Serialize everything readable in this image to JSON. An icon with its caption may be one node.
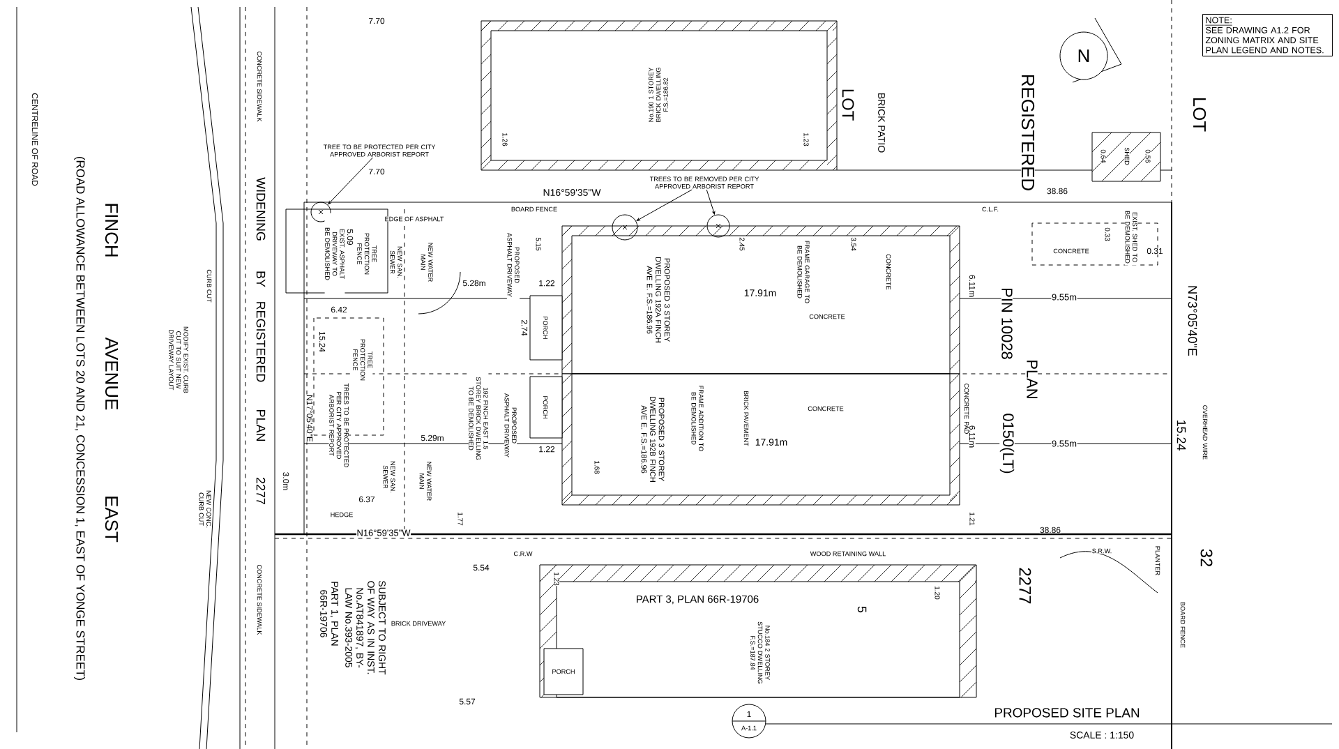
{
  "diagram": {
    "nodes": [
      {
        "text": [
          "No.190 1 STOREY BRICK DWELLING F.S.=186.82"
        ]
      },
      {
        "text": [
          "PROPOSED 3 STOREY DWELLING 192A FINCH AVE E. F.S.=186.96"
        ]
      },
      {
        "text": [
          "PROPOSED 3 STOREY DWELLING 192B FINCH AVE E. F.S.=186.96"
        ]
      },
      {
        "text": [
          "PORCH"
        ]
      },
      {
        "text": [
          "PORCH"
        ]
      },
      {
        "text": [
          "No.184 2 STOREY STUCCO DWELLING F.S.=187.84"
        ]
      },
      {
        "text": [
          "PORCH"
        ],
        "in": 5
      },
      {
        "text": [
          "SHED"
        ]
      },
      {
        "text": [
          "TREE TO BE PROTECTED PER CITY APPROVED ARBORIST REPORT"
        ]
      },
      {
        "text": [],
        "shape": "circle"
      },
      {
        "text": [
          "TREES TO BE REMOVED PER CITY APPROVED ARBORIST REPORT"
        ]
      },
      {
        "text": [],
        "shape": "circle"
      },
      {
        "text": [],
        "shape": "circle"
      },
      {
        "text": [
          "N"
        ]
      },
      {
        "text": [
          "NOTE:",
          "SEE DRAWING A1.2 FOR ZONING MATRIX AND SITE PLAN LEGEND AND NOTES."
        ]
      },
      {
        "text": [
          "1",
          "A-1.1"
        ],
        "beside": [
          "PROPOSED SITE PLAN",
          "SCALE : 1:150"
        ]
      }
    ],
    "edges": [
      {
        "from": 8,
        "to": 9,
        "arrow": "to"
      },
      {
        "from": 10,
        "to": 11,
        "arrow": "to"
      },
      {
        "from": 10,
        "to": 12,
        "arrow": "to"
      }
    ],
    "labels": [
      "CENTRELINE OF ROAD",
      "(ROAD ALLOWANCE BETWEEN LOTS 20 AND 21, CONCESSION 1, EAST OF YONGE STREET)",
      "FINCH",
      "AVENUE",
      "EAST",
      "CONCRETE SIDEWALK",
      "CURB CUT",
      "MODIFY EXIST. CURB CUT TO SUIT NEW DRIVEWAY LAYOUT",
      "NEW CONC. CURB CUT",
      "WIDENING",
      "BY",
      "REGISTERED",
      "PLAN",
      "2277",
      "CONCRETE SIDEWALK",
      "7.70",
      "7.70",
      "EDGE OF ASPHALT",
      "BOARD FENCE",
      "N16°59'35\"W",
      "EXIST. ASPHALT DRIVEWAY TO BE DEMOLISHED",
      "TREE PROTECTION FENCE",
      "NEW SAN. SEWER",
      "NEW WATER MAIN",
      "5.09",
      "6.42",
      "15.24",
      "TREE PROTECTION FENCE",
      "N17°05'40\"E",
      "TREES TO BE PROTECTED PER CITY APPROVED ARBORIST REPORT",
      "3.0m",
      "NEW SAN. SEWER",
      "NEW WATER MAIN",
      "6.37",
      "HEDGE",
      "N16°59'35\"W",
      "5.28m",
      "1.22",
      "PROPOSED ASPHALT DRIVEWAY",
      "2.74",
      "5.15",
      "5.29m",
      "192 FINCH EAST 1.5 STOREY BRICK DWELLING TO BE DEMOLISHED",
      "PROPOSED ASPHALT DRIVEWAY",
      "1.22",
      "1.77",
      "1.68",
      "17.91m",
      "FRAME GARAGE TO BE DEMOLISHED",
      "CONCRETE",
      "2.45",
      "3.54",
      "CONCRETE",
      "FRAME ADDITION TO BE DEMOLISHED",
      "BRICK PAVEMENT",
      "CONCRETE",
      "17.91m",
      "CONCRETE PAD",
      "LOT",
      "BRICK PATIO",
      "1.26",
      "1.23",
      "REGISTERED",
      "LOT",
      "38.86",
      "C.L.F.",
      "0.33",
      "EXIST. SHED TO BE DEMOLISHED",
      "CONCRETE",
      "0.31",
      "0.64",
      "0.56",
      "6.11m",
      "9.55m",
      "PIN 10028",
      "PLAN",
      "0150(LT)",
      "6.11m",
      "9.55m",
      "1.21",
      "N73°05'40\"E",
      "15.24",
      "OVERHEAD WIRE",
      "32",
      "38.86",
      "2277",
      "S.R.W.",
      "PLANTER",
      "BOARD FENCE",
      "1.20",
      "C.R.W",
      "WOOD RETAINING WALL",
      "5.54",
      "1.23",
      "PART 3, PLAN 66R-19706",
      "5",
      "BRICK DRIVEWAY",
      "5.57",
      "SUBJECT TO RIGHT OF WAY AS IN INST. No.AT841897, BY-LAW No.393-2005",
      "PART 1, PLAN 66R-19706"
    ]
  }
}
